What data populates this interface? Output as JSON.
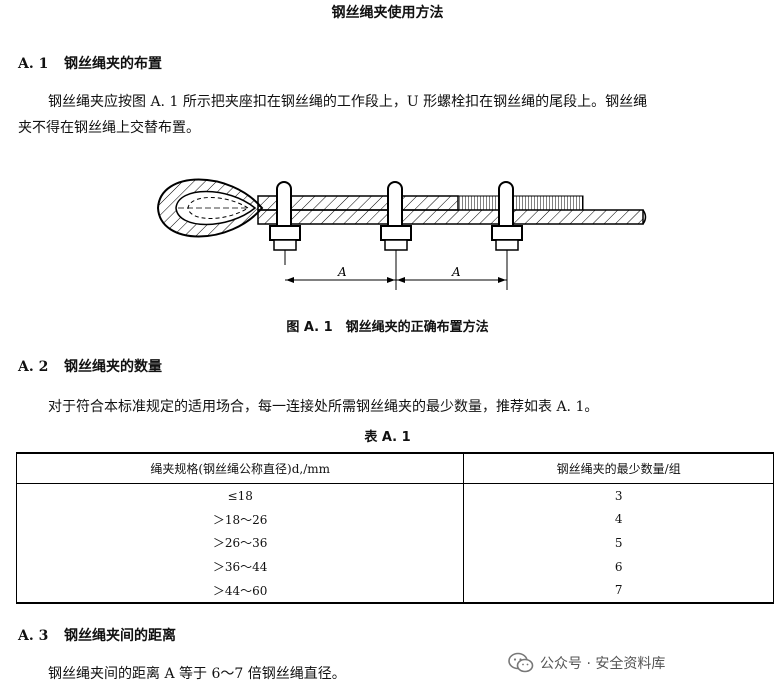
{
  "doc_title": "钢丝绳夹使用方法",
  "sections": [
    {
      "num": "A. 1",
      "title": "钢丝绳夹的布置"
    },
    {
      "num": "A. 2",
      "title": "钢丝绳夹的数量"
    },
    {
      "num": "A. 3",
      "title": "钢丝绳夹间的距离"
    }
  ],
  "paragraphs": {
    "p1_line1": "钢丝绳夹应按图 A. 1 所示把夹座扣在钢丝绳的工作段上，U 形螺栓扣在钢丝绳的尾段上。钢丝绳",
    "p1_line2": "夹不得在钢丝绳上交替布置。",
    "p2": "对于符合本标准规定的适用场合，每一连接处所需钢丝绳夹的最少数量，推荐如表 A. 1。",
    "p3": "钢丝绳夹间的距离 A 等于 6～7 倍钢丝绳直径。"
  },
  "figure": {
    "caption": "图 A. 1　钢丝绳夹的正确布置方法",
    "dimension_label_1": "A",
    "dimension_label_2": "A"
  },
  "table": {
    "caption": "表 A. 1",
    "headers": [
      "绳夹规格(钢丝绳公称直径)d,/mm",
      "钢丝绳夹的最少数量/组"
    ],
    "rows": [
      [
        "≤18",
        "3"
      ],
      [
        "＞18～26",
        "4"
      ],
      [
        "＞26～36",
        "5"
      ],
      [
        "＞36～44",
        "6"
      ],
      [
        "＞44～60",
        "7"
      ]
    ]
  },
  "watermark": {
    "text": "公众号 · 安全资料库",
    "icon": "wechat-icon"
  }
}
